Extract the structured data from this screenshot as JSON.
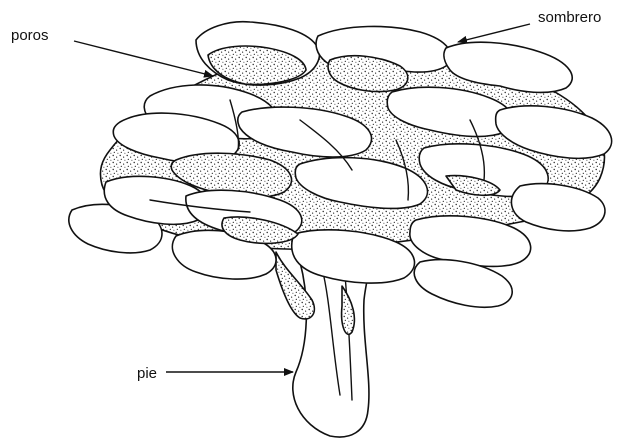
{
  "labels": {
    "poros": "poros",
    "sombrero": "sombrero",
    "pie": "pie"
  },
  "colors": {
    "ink": "#111111",
    "background": "#ffffff"
  }
}
